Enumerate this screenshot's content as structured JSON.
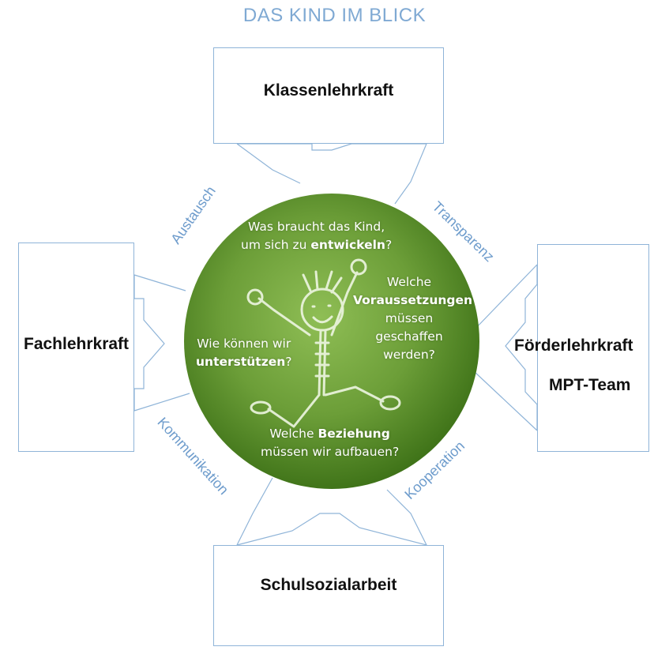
{
  "title": "DAS KIND IM BLICK",
  "boxes": {
    "top": "Klassenlehrkraft",
    "left": "Fachlehrkraft",
    "right_line1": "Förderlehrkraft",
    "right_line2": "MPT-Team",
    "bottom": "Schulsozialarbeit"
  },
  "edges": {
    "top_left": "Austausch",
    "top_right": "Transparenz",
    "bottom_left": "Kommunikation",
    "bottom_right": "Kooperation"
  },
  "questions": {
    "q1": {
      "pre": "Was braucht das Kind,",
      "line2_pre": "um sich zu ",
      "bold": "entwickeln",
      "post": "?"
    },
    "q2": {
      "pre": "Welche",
      "bold": "Voraussetzungen",
      "l3": "müssen",
      "l4": "geschaffen",
      "l5": "werden?"
    },
    "q3": {
      "pre": "Wie können wir",
      "bold": "unterstützen",
      "post": "?"
    },
    "q4": {
      "pre": "Welche ",
      "bold": "Beziehung",
      "line2": "müssen wir aufbauen?"
    }
  },
  "colors": {
    "circle_center": "#7fae46",
    "circle_edge": "#3f7417",
    "box_border": "#8fb4d8",
    "accent_text": "#6e9ccc"
  }
}
